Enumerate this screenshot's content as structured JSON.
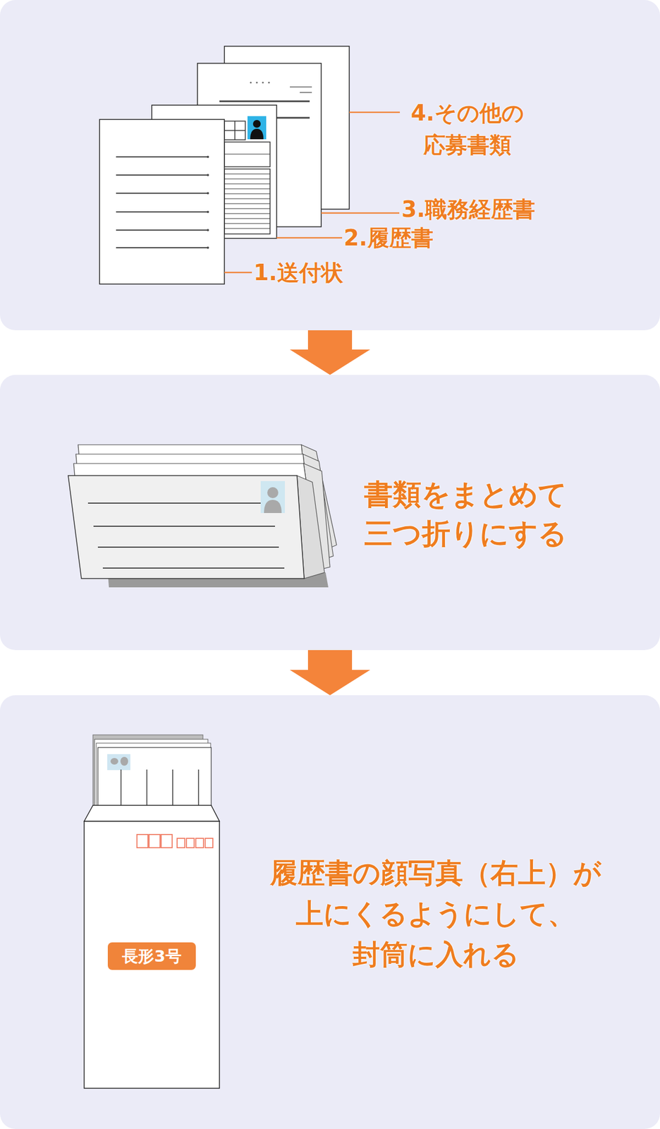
{
  "diagram": {
    "nodes": [
      {
        "text": [
          "4.その他の 応募書類",
          "3.職務経歴書",
          "2.履歴書",
          "1.送付状"
        ]
      },
      {
        "text": [
          "書類をまとめて 三つ折りにする"
        ]
      },
      {
        "text": [
          "履歴書の顔写真（右上）が 上にくるようにして、 封筒に入れる"
        ]
      },
      {
        "text": [
          "長形3号"
        ],
        "in": 2
      }
    ],
    "edges": [
      {
        "from": 0,
        "to": 1,
        "arrow": "to"
      },
      {
        "from": 1,
        "to": 2,
        "arrow": "to"
      }
    ]
  }
}
